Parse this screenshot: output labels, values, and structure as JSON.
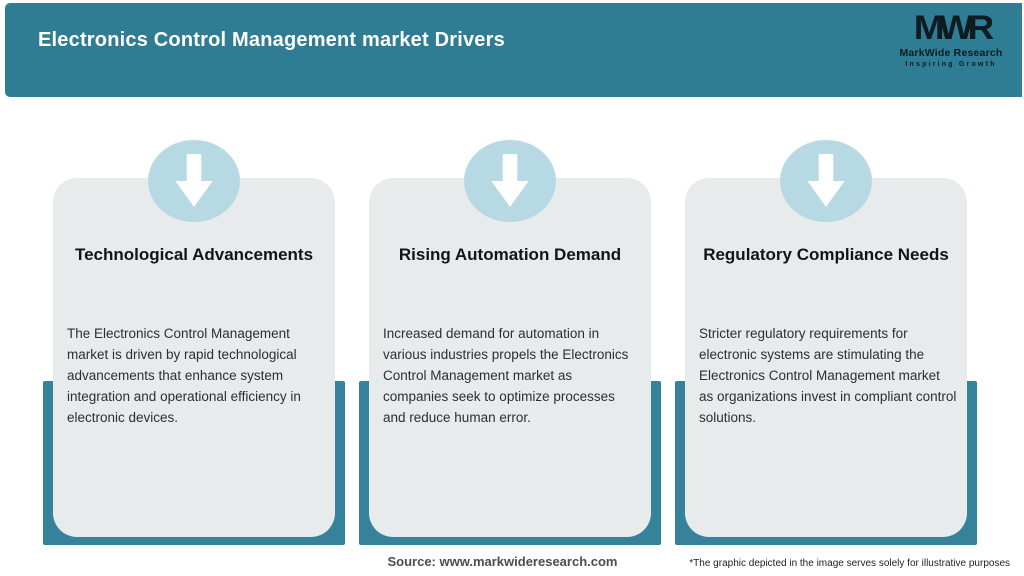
{
  "header": {
    "title": "Electronics Control Management market Drivers",
    "bg_color": "#2f7d94",
    "logo": {
      "monogram": "MWR",
      "name": "MarkWide Research",
      "tagline": "Inspiring Growth"
    }
  },
  "cards": [
    {
      "icon": "down-arrow-icon",
      "title": "Technological Advancements",
      "body": "The Electronics Control Management market is driven by rapid technological advancements that enhance system integration and operational efficiency in electronic devices."
    },
    {
      "icon": "down-arrow-icon",
      "title": "Rising Automation Demand",
      "body": "Increased demand for automation in various industries propels the Electronics Control Management market as companies seek to optimize processes and reduce human error."
    },
    {
      "icon": "down-arrow-icon",
      "title": "Regulatory Compliance Needs",
      "body": "Stricter regulatory requirements for electronic systems are stimulating the Electronics Control Management market as organizations invest in compliant control solutions."
    }
  ],
  "footer": {
    "source": "Source: www.markwideresearch.com",
    "disclaimer": "*The graphic depicted in the image serves solely for illustrative purposes"
  },
  "colors": {
    "header_teal": "#2f7d94",
    "backdrop_teal": "#35829a",
    "circle_blue": "#b7d9e3",
    "card_gray": "#e8ebec"
  }
}
